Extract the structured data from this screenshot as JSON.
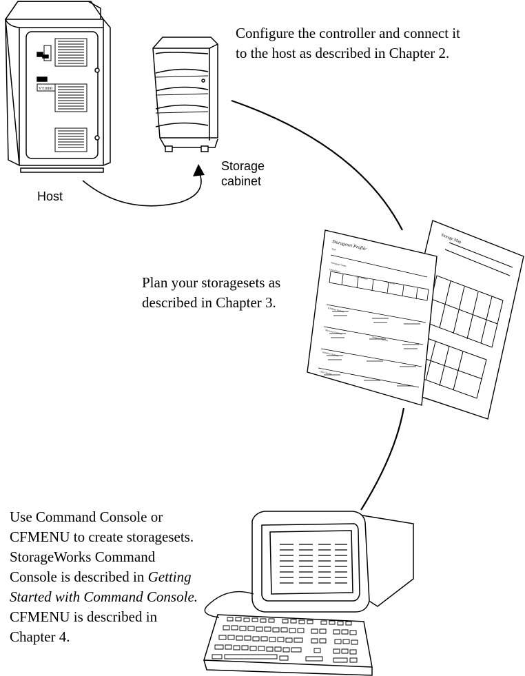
{
  "captions": {
    "configure": [
      "Configure the controller and connect it",
      "to the host as described in Chapter 2."
    ],
    "plan": [
      "Plan your storagesets as",
      "described in Chapter 3."
    ],
    "use": {
      "line1": "Use Command Console or",
      "line2": "CFMENU to create storagesets.",
      "line3": "StorageWorks Command",
      "line4_plain": "Console is described in ",
      "line4_italic": "Getting",
      "line5_italic": "Started with Command Console.",
      "line6": "CFMENU is described in",
      "line7": "Chapter 4."
    }
  },
  "labels": {
    "host": "Host",
    "storage": [
      "Storage",
      "cabinet"
    ]
  },
  "host_panel": {
    "tag": "VT1000"
  },
  "form_sheet": {
    "title": "Storageset Profile",
    "rows": [
      "Type",
      "Storageset Name",
      "Disk Drives",
      "Unit Number",
      "Partitions",
      "RAIDset Options",
      "Mirrorset Options",
      "Stripeset Options",
      "Initialize Options",
      "Unit Options"
    ]
  },
  "grid_sheet": {
    "title": "Storage Map"
  }
}
